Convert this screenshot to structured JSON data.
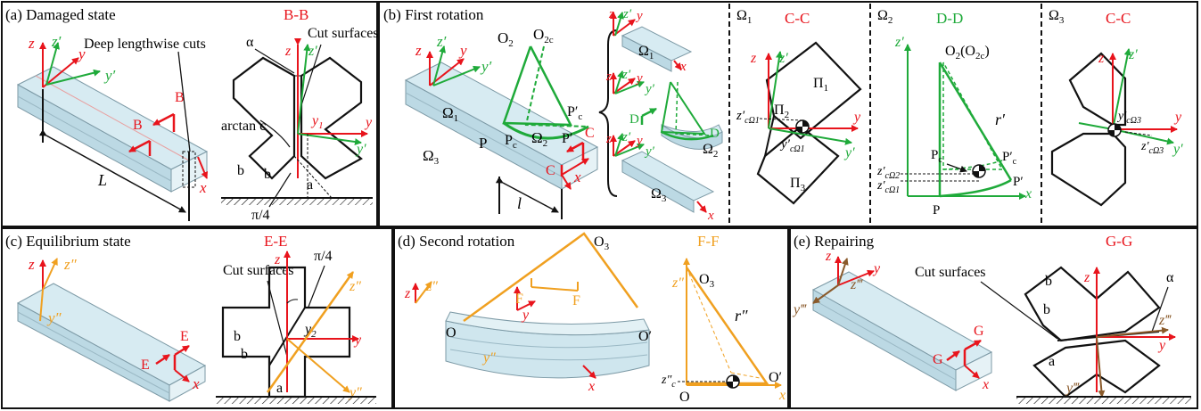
{
  "colors": {
    "red": "#e8141c",
    "green": "#1faa3a",
    "orange": "#f0a020",
    "black": "#111111",
    "brown": "#8a5a2b",
    "beam_fill": "#cfe6ee",
    "beam_edge": "#7d9aa6"
  },
  "panels": {
    "a": {
      "title": "(a) Damaged state",
      "section": "B-B",
      "cuts": "Deep lengthwise cuts",
      "cut_surfaces": "Cut surfaces",
      "alpha": "α",
      "arctan": "arctan c",
      "b1": "b",
      "b2": "b",
      "a": "a",
      "pi4": "π/4",
      "L": "L",
      "B1": "B",
      "B2": "B",
      "z": "z",
      "zp": "z′",
      "y": "y",
      "yp": "y′",
      "x": "x",
      "y1": "y",
      "y1sub": "1"
    },
    "b": {
      "title": "(b) First rotation",
      "O2": "O",
      "O2sub": "2",
      "O2c": "O",
      "O2csub": "2c",
      "Om1": "Ω",
      "Om1sub": "1",
      "Om2": "Ω",
      "Om2sub": "2",
      "Om3": "Ω",
      "Om3sub": "3",
      "P": "P",
      "Pc": "P",
      "Pcsub": "c",
      "Pp": "P′",
      "Ppc": "P′",
      "Ppcsub": "c",
      "C1": "C",
      "C2": "C",
      "D1": "D",
      "D2": "D",
      "l": "l",
      "z": "z",
      "zp": "z′",
      "y": "y",
      "yp": "y′",
      "x": "x"
    },
    "cc1": {
      "omega": "Ω",
      "omegasub": "1",
      "section": "C-C",
      "Pi1": "Π",
      "Pi1sub": "1",
      "Pi2": "Π",
      "Pi2sub": "2",
      "Pi3": "Π",
      "Pi3sub": "3",
      "zc": "z′",
      "zcsub": "cΩ1",
      "yc": "y′",
      "ycsub": "cΩ1",
      "z": "z",
      "zp": "z′",
      "y": "y",
      "yp": "y′"
    },
    "dd": {
      "omega": "Ω",
      "omegasub": "2",
      "section": "D-D",
      "O": "O",
      "Osub": "2",
      "Orest": "(O",
      "Ocsub": "2c",
      "Oend": ")",
      "r": "r′",
      "P": "P",
      "Pc": "P",
      "Pcsub": "c",
      "Ppc": "P′",
      "Ppcsub": "c",
      "Pp": "P′",
      "z2": "z′",
      "z2sub": "cΩ2",
      "z1": "z′",
      "z1sub": "cΩ1",
      "zp": "z′",
      "x": "x"
    },
    "cc3": {
      "omega": "Ω",
      "omegasub": "3",
      "section": "C-C",
      "yc": "y′",
      "ycsub": "cΩ3",
      "zc": "z′",
      "zcsub": "cΩ3",
      "z": "z",
      "zp": "z′",
      "y": "y",
      "yp": "y′"
    },
    "c": {
      "title": "(c) Equilibrium state",
      "section": "E-E",
      "cut_surfaces": "Cut surfaces",
      "pi4": "π/4",
      "b1": "b",
      "b2": "b",
      "a": "a",
      "y2": "y",
      "y2sub": "2",
      "E1": "E",
      "E2": "E",
      "z": "z",
      "zpp": "z″",
      "ypp": "y″",
      "x": "x",
      "y": "y"
    },
    "d": {
      "title": "(d) Second rotation",
      "section": "F-F",
      "O3": "O",
      "O3sub": "3",
      "O": "O",
      "Op": "O′",
      "F1": "F",
      "F2": "F",
      "r": "r″",
      "zc": "z″",
      "zcsub": "c",
      "z": "z",
      "zpp": "z″",
      "y": "y",
      "ypp": "y″",
      "x": "x"
    },
    "e": {
      "title": "(e) Repairing",
      "section": "G-G",
      "cut_surfaces": "Cut surfaces",
      "alpha": "α",
      "b1": "b",
      "b2": "b",
      "a": "a",
      "G1": "G",
      "G2": "G",
      "z": "z",
      "zppp": "z‴",
      "y": "y",
      "yppp": "y‴",
      "x": "x"
    }
  }
}
